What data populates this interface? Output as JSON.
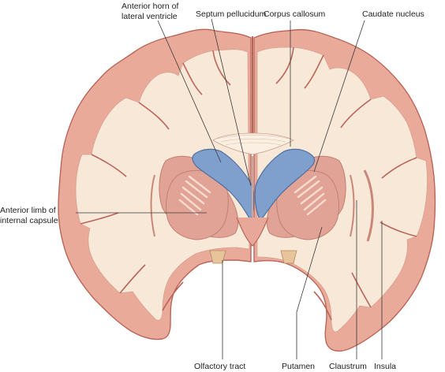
{
  "labels": {
    "anterior_horn_line1": "Anterior horn of",
    "anterior_horn_line2": "lateral ventricle",
    "septum_pellucidum": "Septum pellucidum",
    "corpus_callosum": "Corpus callosum",
    "caudate_nucleus": "Caudate nucleus",
    "anterior_limb_line1": "Anterior limb of",
    "anterior_limb_line2": "internal capsule",
    "olfactory_tract": "Olfactory tract",
    "putamen": "Putamen",
    "claustrum": "Claustrum",
    "insula": "Insula"
  },
  "colors": {
    "cortex": "#e9aa9a",
    "cortex_edge": "#b9665a",
    "white_matter": "#f8e8d8",
    "nucleus": "#e2a397",
    "ventricle": "#7f9fcc",
    "ventricle_edge": "#4f6f9f",
    "olfactory": "#e7c49a"
  }
}
